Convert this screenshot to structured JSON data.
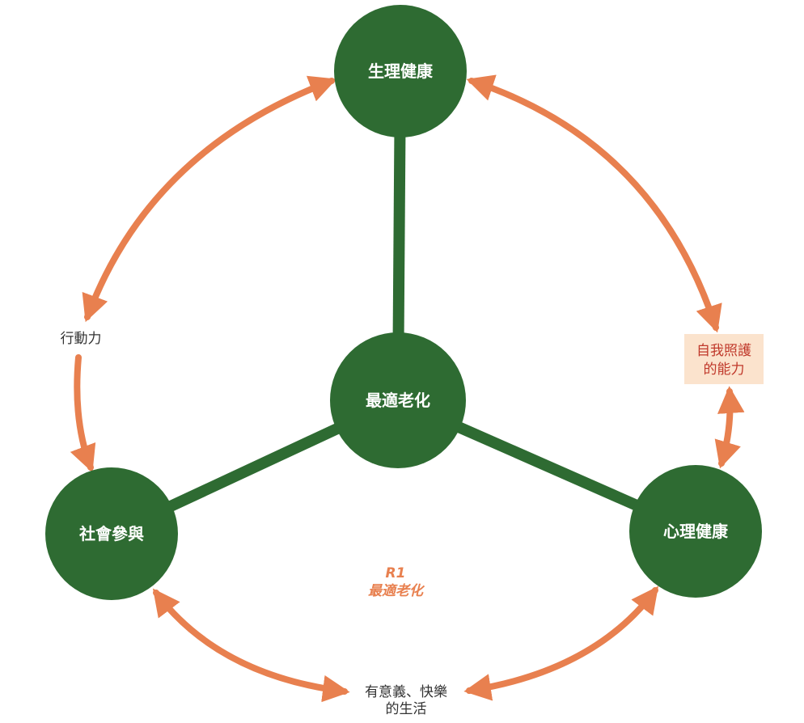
{
  "colors": {
    "node_fill": "#2e6b32",
    "spoke": "#2e6b32",
    "arrow": "#e8804f",
    "highlight_box": "#fbe3cd",
    "highlight_text": "#c0392b",
    "label_text": "#333333",
    "caption_text": "#e8804f"
  },
  "nodes": {
    "center": "最適老化",
    "top": "生理健康",
    "left": "社會參與",
    "right": "心理健康"
  },
  "edges": {
    "left_arc": "行動力",
    "right_arc_line1": "自我照護",
    "right_arc_line2": "的能力",
    "bottom_arc_line1": "有意義、快樂",
    "bottom_arc_line2": "的生活"
  },
  "caption": {
    "code": "R1",
    "title": "最適老化"
  }
}
